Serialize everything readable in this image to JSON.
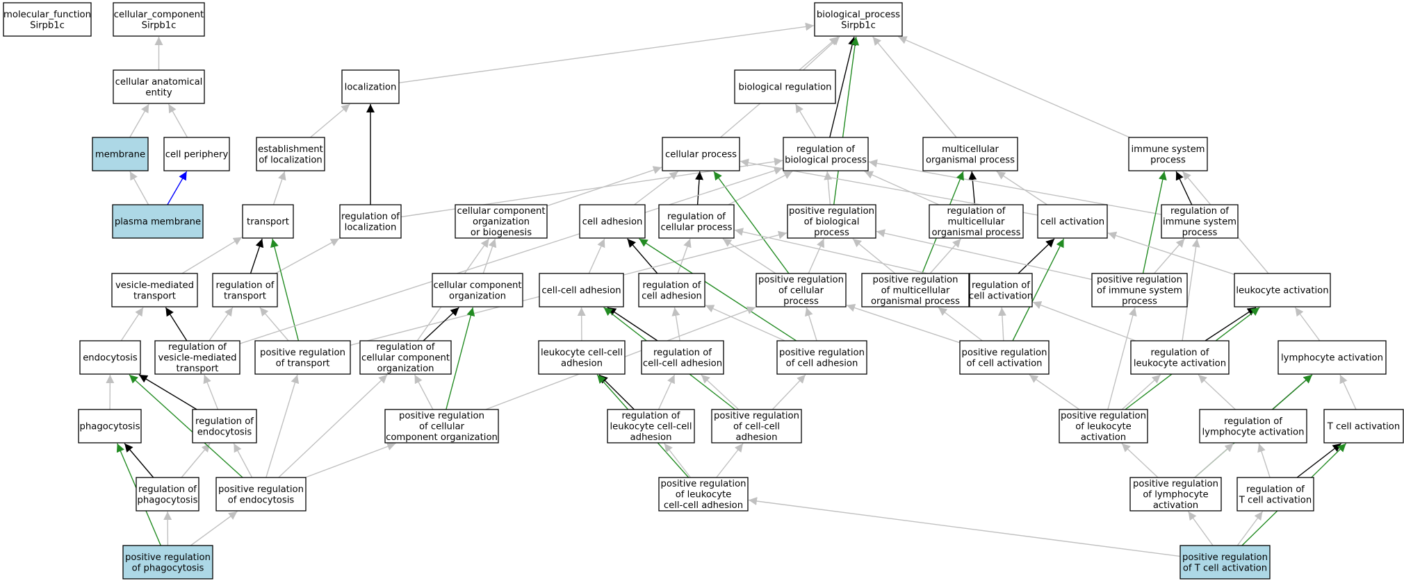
{
  "colors": {
    "highlight_fill": "#add8e6",
    "node_fill": "#ffffff",
    "is_a": "#c0c0c0",
    "part_of": "#0000ff",
    "regulates": "#000000",
    "positively_regulates": "#228b22"
  },
  "nodes": {
    "mf": [
      "molecular_function",
      "Sirpb1c"
    ],
    "cc": [
      "cellular_component",
      "Sirpb1c"
    ],
    "bp": [
      "biological_process",
      "Sirpb1c"
    ],
    "cae": [
      "cellular anatomical",
      "entity"
    ],
    "loc": [
      "localization"
    ],
    "breg": [
      "biological regulation"
    ],
    "mem": [
      "membrane"
    ],
    "cper": [
      "cell periphery"
    ],
    "estloc": [
      "establishment",
      "of localization"
    ],
    "cproc": [
      "cellular process"
    ],
    "rbp": [
      "regulation of",
      "biological process"
    ],
    "mop": [
      "multicellular",
      "organismal process"
    ],
    "isp": [
      "immune system",
      "process"
    ],
    "pm": [
      "plasma membrane"
    ],
    "trans": [
      "transport"
    ],
    "rloc": [
      "regulation of",
      "localization"
    ],
    "ccob": [
      "cellular component",
      "organization",
      "or biogenesis"
    ],
    "cadh": [
      "cell adhesion"
    ],
    "rcp": [
      "regulation of",
      "cellular process"
    ],
    "prbp": [
      "positive regulation",
      "of biological",
      "process"
    ],
    "rmop": [
      "regulation of",
      "multicellular",
      "organismal process"
    ],
    "cact": [
      "cell activation"
    ],
    "risp": [
      "regulation of",
      "immune system",
      "process"
    ],
    "vmt": [
      "vesicle-mediated",
      "transport"
    ],
    "rtrans": [
      "regulation of",
      "transport"
    ],
    "cco": [
      "cellular component",
      "organization"
    ],
    "ccadh": [
      "cell-cell adhesion"
    ],
    "rcadh": [
      "regulation of",
      "cell adhesion"
    ],
    "prcp": [
      "positive regulation",
      "of cellular",
      "process"
    ],
    "prmop": [
      "positive regulation",
      "of multicellular",
      "organismal process"
    ],
    "rcact": [
      "regulation of",
      "cell activation"
    ],
    "prisp": [
      "positive regulation",
      "of immune system",
      "process"
    ],
    "lact": [
      "leukocyte activation"
    ],
    "endo": [
      "endocytosis"
    ],
    "rvmt": [
      "regulation of",
      "vesicle-mediated",
      "transport"
    ],
    "prtrans": [
      "positive regulation",
      "of transport"
    ],
    "rcco": [
      "regulation of",
      "cellular component",
      "organization"
    ],
    "lccadh": [
      "leukocyte cell-cell",
      "adhesion"
    ],
    "rccadh": [
      "regulation of",
      "cell-cell adhesion"
    ],
    "prcadh": [
      "positive regulation",
      "of cell adhesion"
    ],
    "prcact": [
      "positive regulation",
      "of cell activation"
    ],
    "rlact": [
      "regulation of",
      "leukocyte activation"
    ],
    "lyact": [
      "lymphocyte activation"
    ],
    "phago": [
      "phagocytosis"
    ],
    "rendo": [
      "regulation of",
      "endocytosis"
    ],
    "prcco": [
      "positive regulation",
      "of cellular",
      "component organization"
    ],
    "rlccadh": [
      "regulation of",
      "leukocyte cell-cell",
      "adhesion"
    ],
    "prccadh": [
      "positive regulation",
      "of cell-cell",
      "adhesion"
    ],
    "prlact": [
      "positive regulation",
      "of leukocyte",
      "activation"
    ],
    "rlyact": [
      "regulation of",
      "lymphocyte activation"
    ],
    "tact": [
      "T cell activation"
    ],
    "rphago": [
      "regulation of",
      "phagocytosis"
    ],
    "prendo": [
      "positive regulation",
      "of endocytosis"
    ],
    "prlccadh": [
      "positive regulation",
      "of leukocyte",
      "cell-cell adhesion"
    ],
    "prlyact": [
      "positive regulation",
      "of lymphocyte",
      "activation"
    ],
    "rtact": [
      "regulation of",
      "T cell activation"
    ],
    "prphago": [
      "positive regulation",
      "of phagocytosis"
    ],
    "prtact": [
      "positive regulation",
      "of T cell activation"
    ]
  },
  "highlighted": [
    "mem",
    "pm",
    "prphago",
    "prtact"
  ],
  "edges": [
    [
      "cae",
      "cc",
      "is_a"
    ],
    [
      "mem",
      "cae",
      "is_a"
    ],
    [
      "cper",
      "cae",
      "is_a"
    ],
    [
      "pm",
      "mem",
      "is_a"
    ],
    [
      "pm",
      "cper",
      "part_of"
    ],
    [
      "loc",
      "bp",
      "is_a"
    ],
    [
      "breg",
      "bp",
      "is_a"
    ],
    [
      "cproc",
      "bp",
      "is_a"
    ],
    [
      "rbp",
      "bp",
      "regulates"
    ],
    [
      "rbp",
      "breg",
      "is_a"
    ],
    [
      "mop",
      "bp",
      "is_a"
    ],
    [
      "isp",
      "bp",
      "is_a"
    ],
    [
      "prbp",
      "bp",
      "positively_regulates"
    ],
    [
      "estloc",
      "loc",
      "is_a"
    ],
    [
      "trans",
      "estloc",
      "is_a"
    ],
    [
      "rloc",
      "loc",
      "regulates"
    ],
    [
      "rloc",
      "rbp",
      "is_a"
    ],
    [
      "ccob",
      "cproc",
      "is_a"
    ],
    [
      "cadh",
      "cproc",
      "is_a"
    ],
    [
      "rcp",
      "cproc",
      "regulates"
    ],
    [
      "rcp",
      "rbp",
      "is_a"
    ],
    [
      "prbp",
      "rbp",
      "is_a"
    ],
    [
      "rmop",
      "mop",
      "regulates"
    ],
    [
      "rmop",
      "rbp",
      "is_a"
    ],
    [
      "cact",
      "cproc",
      "is_a"
    ],
    [
      "cact",
      "mop",
      "is_a"
    ],
    [
      "risp",
      "isp",
      "regulates"
    ],
    [
      "risp",
      "rbp",
      "is_a"
    ],
    [
      "vmt",
      "trans",
      "is_a"
    ],
    [
      "rtrans",
      "trans",
      "regulates"
    ],
    [
      "rtrans",
      "rloc",
      "is_a"
    ],
    [
      "prtrans",
      "trans",
      "positively_regulates"
    ],
    [
      "cco",
      "ccob",
      "is_a"
    ],
    [
      "ccadh",
      "cadh",
      "is_a"
    ],
    [
      "rcadh",
      "cadh",
      "regulates"
    ],
    [
      "rcadh",
      "rcp",
      "is_a"
    ],
    [
      "prcp",
      "cproc",
      "positively_regulates"
    ],
    [
      "prcp",
      "rcp",
      "is_a"
    ],
    [
      "prcp",
      "prbp",
      "is_a"
    ],
    [
      "prmop",
      "mop",
      "positively_regulates"
    ],
    [
      "prmop",
      "rmop",
      "is_a"
    ],
    [
      "prmop",
      "prbp",
      "is_a"
    ],
    [
      "rcact",
      "cact",
      "regulates"
    ],
    [
      "rcact",
      "rcp",
      "is_a"
    ],
    [
      "prisp",
      "isp",
      "positively_regulates"
    ],
    [
      "prisp",
      "risp",
      "is_a"
    ],
    [
      "prisp",
      "prbp",
      "is_a"
    ],
    [
      "lact",
      "cact",
      "is_a"
    ],
    [
      "lact",
      "isp",
      "is_a"
    ],
    [
      "endo",
      "vmt",
      "is_a"
    ],
    [
      "rvmt",
      "vmt",
      "regulates"
    ],
    [
      "rvmt",
      "rtrans",
      "is_a"
    ],
    [
      "rvmt",
      "rbp",
      "is_a"
    ],
    [
      "prtrans",
      "rtrans",
      "is_a"
    ],
    [
      "prtrans",
      "prbp",
      "is_a"
    ],
    [
      "rcco",
      "cco",
      "regulates"
    ],
    [
      "rcco",
      "ccob",
      "is_a"
    ],
    [
      "lccadh",
      "ccadh",
      "is_a"
    ],
    [
      "rccadh",
      "ccadh",
      "regulates"
    ],
    [
      "rccadh",
      "rcadh",
      "is_a"
    ],
    [
      "prcadh",
      "cadh",
      "positively_regulates"
    ],
    [
      "prcadh",
      "rcadh",
      "is_a"
    ],
    [
      "prcadh",
      "prcp",
      "is_a"
    ],
    [
      "prcact",
      "cact",
      "positively_regulates"
    ],
    [
      "prcact",
      "rcact",
      "is_a"
    ],
    [
      "prcact",
      "prcp",
      "is_a"
    ],
    [
      "prcact",
      "prmop",
      "is_a"
    ],
    [
      "rlact",
      "lact",
      "regulates"
    ],
    [
      "rlact",
      "risp",
      "is_a"
    ],
    [
      "rlact",
      "rcact",
      "is_a"
    ],
    [
      "lyact",
      "lact",
      "is_a"
    ],
    [
      "phago",
      "endo",
      "is_a"
    ],
    [
      "rendo",
      "endo",
      "regulates"
    ],
    [
      "rendo",
      "rvmt",
      "is_a"
    ],
    [
      "prcco",
      "cco",
      "positively_regulates"
    ],
    [
      "prcco",
      "rcco",
      "is_a"
    ],
    [
      "prcco",
      "prcp",
      "is_a"
    ],
    [
      "rlccadh",
      "lccadh",
      "regulates"
    ],
    [
      "rlccadh",
      "rccadh",
      "is_a"
    ],
    [
      "prccadh",
      "ccadh",
      "positively_regulates"
    ],
    [
      "prccadh",
      "rccadh",
      "is_a"
    ],
    [
      "prccadh",
      "prcadh",
      "is_a"
    ],
    [
      "prlact",
      "lact",
      "positively_regulates"
    ],
    [
      "prlact",
      "rlact",
      "is_a"
    ],
    [
      "prlact",
      "prisp",
      "is_a"
    ],
    [
      "prlact",
      "prcact",
      "is_a"
    ],
    [
      "rlyact",
      "lyact",
      "regulates"
    ],
    [
      "rlyact",
      "rlact",
      "is_a"
    ],
    [
      "tact",
      "lyact",
      "is_a"
    ],
    [
      "rphago",
      "phago",
      "regulates"
    ],
    [
      "rphago",
      "rendo",
      "is_a"
    ],
    [
      "prendo",
      "endo",
      "positively_regulates"
    ],
    [
      "prendo",
      "rendo",
      "is_a"
    ],
    [
      "prendo",
      "prtrans",
      "is_a"
    ],
    [
      "prendo",
      "rcco",
      "is_a"
    ],
    [
      "prendo",
      "prcco",
      "is_a"
    ],
    [
      "prlccadh",
      "lccadh",
      "positively_regulates"
    ],
    [
      "prlccadh",
      "rlccadh",
      "is_a"
    ],
    [
      "prlccadh",
      "prccadh",
      "is_a"
    ],
    [
      "prlyact",
      "lyact",
      "positively_regulates"
    ],
    [
      "prlyact",
      "rlyact",
      "is_a"
    ],
    [
      "prlyact",
      "prlact",
      "is_a"
    ],
    [
      "rtact",
      "tact",
      "regulates"
    ],
    [
      "rtact",
      "rlyact",
      "is_a"
    ],
    [
      "prphago",
      "phago",
      "positively_regulates"
    ],
    [
      "prphago",
      "rphago",
      "is_a"
    ],
    [
      "prphago",
      "prendo",
      "is_a"
    ],
    [
      "prtact",
      "tact",
      "positively_regulates"
    ],
    [
      "prtact",
      "rtact",
      "is_a"
    ],
    [
      "prtact",
      "prlyact",
      "is_a"
    ],
    [
      "prtact",
      "prlccadh",
      "is_a"
    ]
  ]
}
